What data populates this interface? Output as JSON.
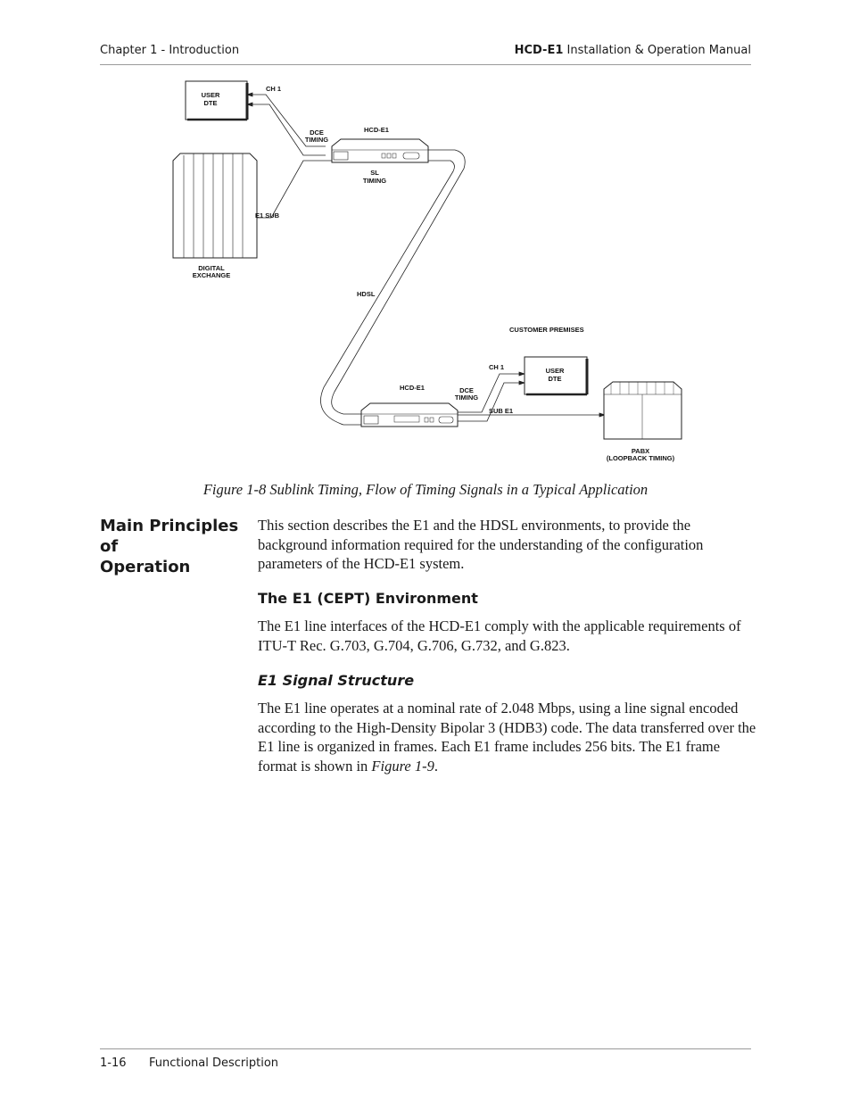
{
  "header": {
    "chapter": "Chapter 1 - Introduction",
    "manual_bold": "HCD-E1",
    "manual_rest": " Installation & Operation Manual"
  },
  "diagram": {
    "user_dte_top": [
      "USER",
      "DTE"
    ],
    "ch1_top": "CH 1",
    "dce_timing_top": [
      "DCE",
      "TIMING"
    ],
    "hcd_e1_top": "HCD-E1",
    "sl_timing": [
      "SL",
      "TIMING"
    ],
    "e1_sub": "E1 SUB",
    "digital_exchange": [
      "DIGITAL",
      "EXCHANGE"
    ],
    "hdsl": "HDSL",
    "customer_premises": "CUSTOMER PREMISES",
    "ch1_bottom": "CH 1",
    "user_dte_bottom": [
      "USER",
      "DTE"
    ],
    "hcd_e1_bottom": "HCD-E1",
    "dce_timing_bottom": [
      "DCE",
      "TIMING"
    ],
    "sub_e1": "SUB E1",
    "pabx": [
      "PABX",
      "(LOOPBACK TIMING)"
    ]
  },
  "caption": "Figure 1-8  Sublink Timing, Flow of Timing Signals in a Typical Application",
  "section": {
    "heading_line1": "Main Principles of",
    "heading_line2": "Operation",
    "intro": "This section describes the E1 and the HDSL environments, to provide the background information required for the understanding of the configuration parameters of the HCD-E1 system.",
    "sub_heading": "The E1 (CEPT) Environment",
    "sub_text": "The E1 line interfaces of the HCD-E1 comply with the applicable requirements of ITU-T Rec. G.703, G.704, G.706, G.732, and G.823.",
    "subsub_heading": "E1 Signal Structure",
    "subsub_text": "The E1 line operates at a nominal rate of 2.048 Mbps, using a line signal encoded according to the High-Density Bipolar 3 (HDB3) code. The data transferred over the E1 line is organized in frames. Each E1 frame includes 256 bits. The E1 frame format is shown in ",
    "subsub_ref": "Figure 1-9",
    "subsub_end": "."
  },
  "footer": {
    "page": "1-16",
    "section": "Functional Description"
  }
}
